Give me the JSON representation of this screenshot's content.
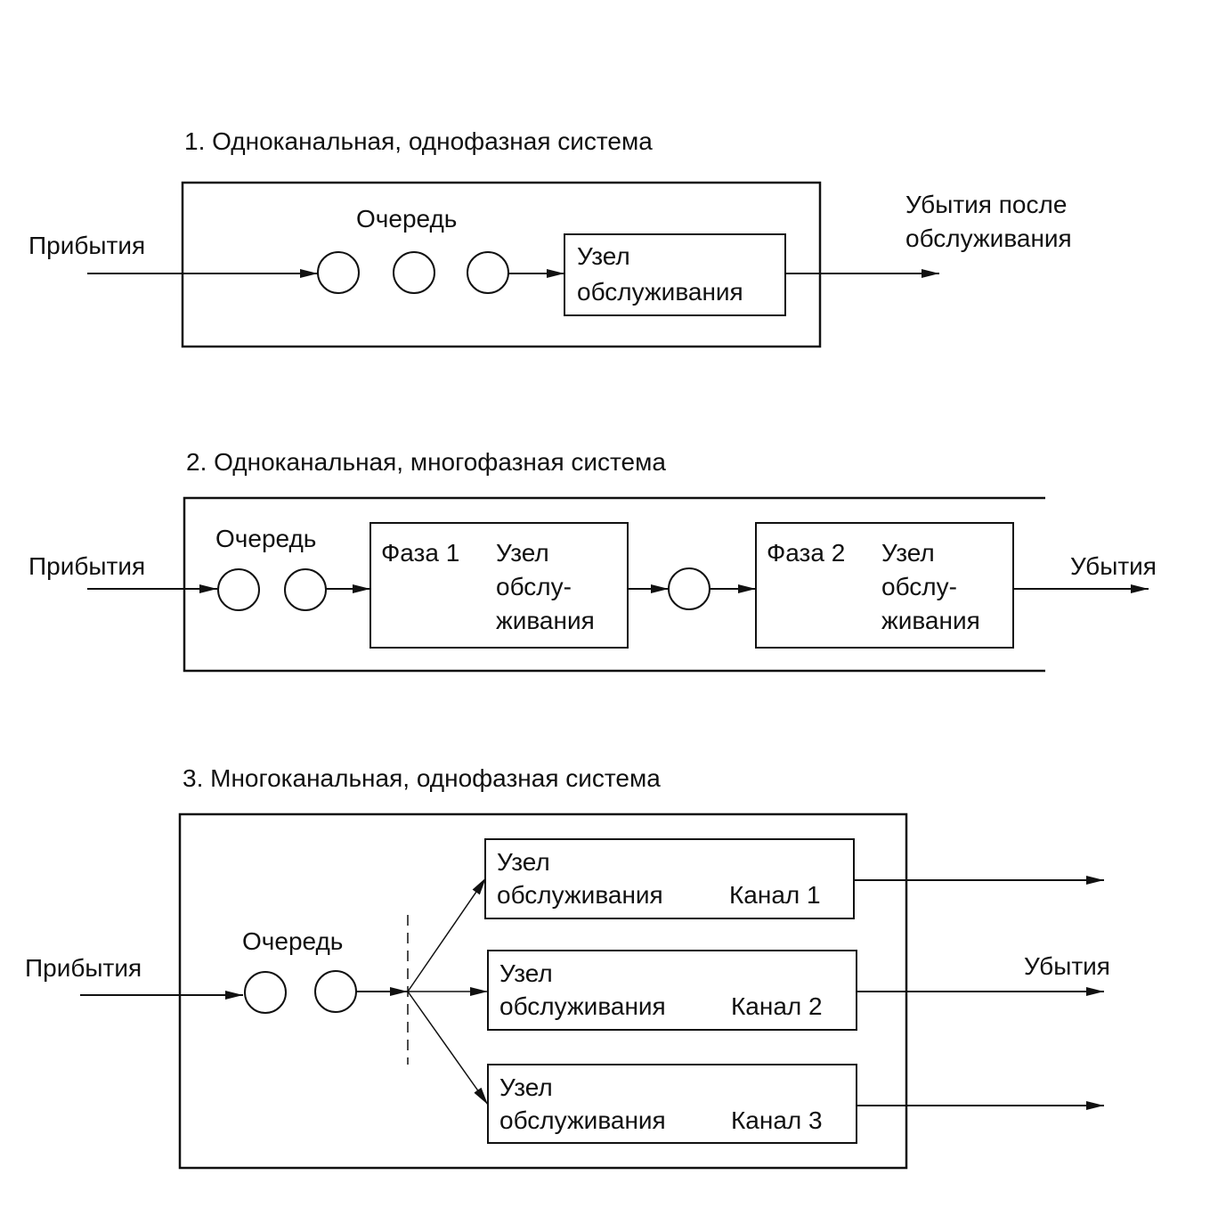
{
  "diagram": {
    "domain_subject": "Queueing system configurations",
    "stroke_color": "#111111",
    "background_color": "#ffffff",
    "section1": {
      "title": "1. Одноканальная, однофазная система",
      "arrivals": "Прибытия",
      "queue": "Очередь",
      "queue_items": 3,
      "server_line1": "Узел",
      "server_line2": "обслуживания",
      "departures_line1": "Убытия после",
      "departures_line2": "обслуживания"
    },
    "section2": {
      "title": "2. Одноканальная, многофазная система",
      "arrivals": "Прибытия",
      "queue": "Очередь",
      "queue_items": 2,
      "phase1_label": "Фаза 1",
      "phase1_line1": "Узел",
      "phase1_line2": "обслу-",
      "phase1_line3": "живания",
      "between_queue_items": 1,
      "phase2_label": "Фаза 2",
      "phase2_line1": "Узел",
      "phase2_line2": "обслу-",
      "phase2_line3": "живания",
      "departures": "Убытия"
    },
    "section3": {
      "title": "3. Многоканальная, однофазная система",
      "arrivals": "Прибытия",
      "queue": "Очередь",
      "queue_items": 2,
      "channels": [
        {
          "line1": "Узел",
          "line2": "обслуживания",
          "channel": "Канал 1"
        },
        {
          "line1": "Узел",
          "line2": "обслуживания",
          "channel": "Канал 2"
        },
        {
          "line1": "Узел",
          "line2": "обслуживания",
          "channel": "Канал 3"
        }
      ],
      "departures": "Убытия"
    }
  }
}
